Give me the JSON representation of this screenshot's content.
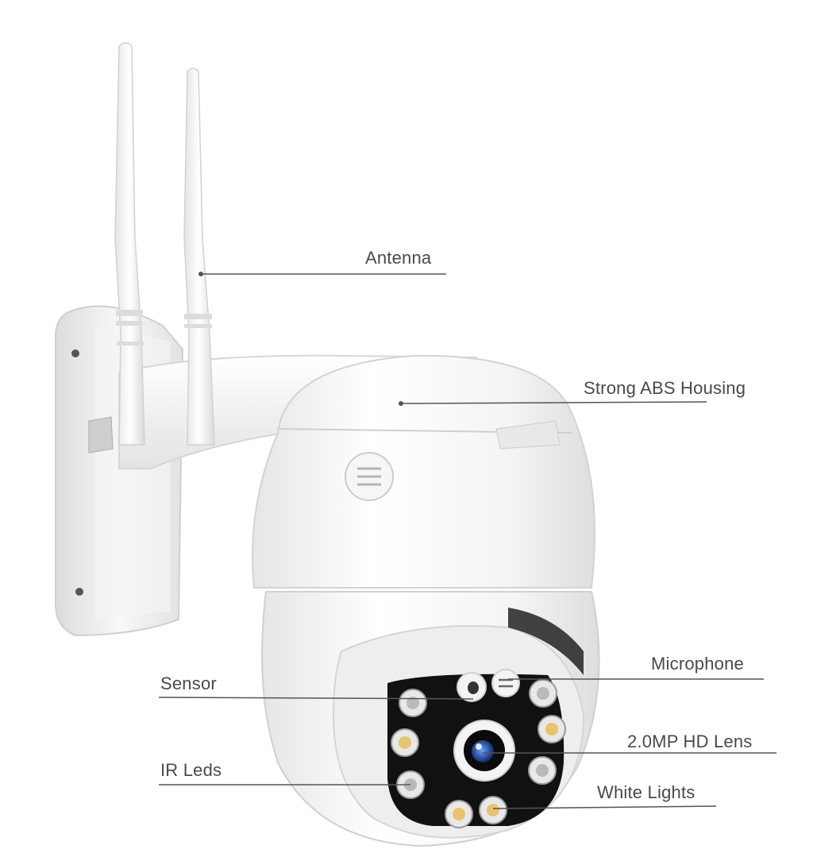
{
  "callouts": {
    "antenna": "Antenna",
    "housing": "Strong ABS Housing",
    "microphone": "Microphone",
    "sensor": "Sensor",
    "lens": "2.0MP HD Lens",
    "ir_leds": "IR Leds",
    "white_lights": "White Lights"
  },
  "colors": {
    "body": "#f7f7f7",
    "shadow": "#dcdcdc",
    "lens_blue": "#2f5fb8",
    "led_white": "#b9b9b9",
    "led_yellow": "#e8c46a",
    "face_black": "#111111",
    "callout_line": "#555555"
  }
}
